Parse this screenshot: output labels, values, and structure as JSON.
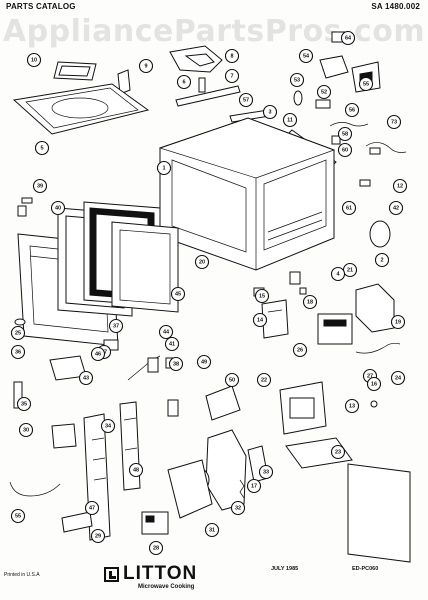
{
  "header": {
    "left": "PARTS CATALOG",
    "right": "SA 1480.002"
  },
  "watermark": "AppliancePartsPros.com",
  "footer": {
    "printed": "Printed in U.S.A",
    "brand": "LITTON",
    "brand_sub": "Microwave Cooking",
    "date": "JULY 1985",
    "code": "ED-PC060"
  },
  "callouts": [
    "10",
    "9",
    "8",
    "6",
    "7",
    "5",
    "64",
    "54",
    "55",
    "53",
    "52",
    "56",
    "57",
    "3",
    "11",
    "58",
    "1",
    "73",
    "60",
    "12",
    "61",
    "39",
    "40",
    "42",
    "20",
    "2",
    "21",
    "18",
    "15",
    "4",
    "14",
    "19",
    "25",
    "47",
    "43",
    "36",
    "37",
    "44",
    "45",
    "46",
    "41",
    "38",
    "26",
    "27",
    "24",
    "49",
    "22",
    "23",
    "35",
    "34",
    "50",
    "33",
    "17",
    "32",
    "31",
    "30",
    "47",
    "48",
    "55",
    "29",
    "28",
    "16",
    "13"
  ]
}
